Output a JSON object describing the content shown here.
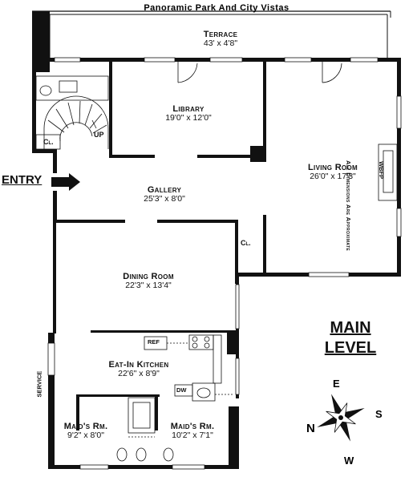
{
  "header": {
    "title": "Panoramic Park And City Vistas"
  },
  "level": {
    "line1": "MAIN",
    "line2": "LEVEL"
  },
  "entry": "ENTRY",
  "side_note": "All Dimensions Are Approximate",
  "rooms": {
    "terrace": {
      "name": "Terrace",
      "dims": "43' x 4'8\""
    },
    "library": {
      "name": "Library",
      "dims": "19'0\" x 12'0\""
    },
    "living": {
      "name": "Living Room",
      "dims": "26'0\" x 17'3\""
    },
    "gallery": {
      "name": "Gallery",
      "dims": "25'3\" x 8'0\""
    },
    "dining": {
      "name": "Dining Room",
      "dims": "22'3\" x 13'4\""
    },
    "kitchen": {
      "name": "Eat-In Kitchen",
      "dims": "22'6\" x 8'9\""
    },
    "maid1": {
      "name": "Maid's Rm.",
      "dims": "9'2\" x 8'0\""
    },
    "maid2": {
      "name": "Maid's Rm.",
      "dims": "10'2\" x 7'1\""
    }
  },
  "fixtures": {
    "closet1": "Cl.",
    "closet2": "Cl.",
    "up": "UP",
    "wbfp": "WBFP",
    "ref": "REF",
    "dw": "DW",
    "service": "SERVICE"
  },
  "compass": {
    "n": "N",
    "e": "E",
    "s": "S",
    "w": "W"
  }
}
